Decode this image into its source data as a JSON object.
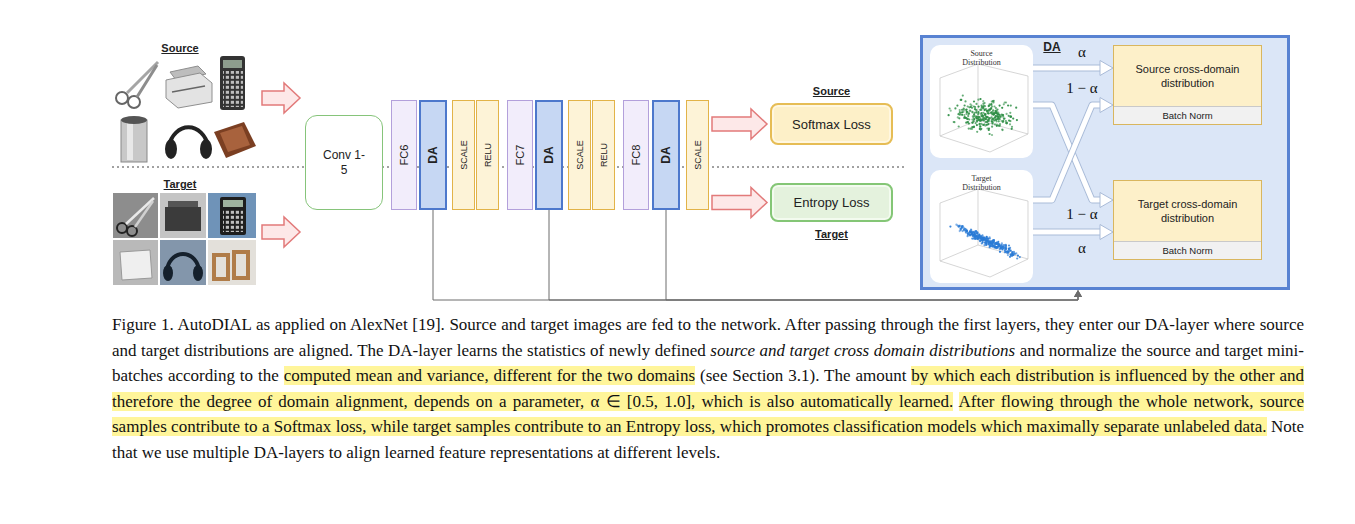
{
  "diagram": {
    "caption": "Figure 1. AutoDIAL as applied on AlexNet [19]. Source and target images are fed to the network. After passing through the first layers, they enter our DA-layer where source and target distributions are aligned. The DA-layer learns the statistics of newly defined source and target cross domain distributions and normalize the source and target mini-batches according to the computed mean and variance, different for the two domains (see Section 3.1). The amount by which each distribution is influenced by the other and therefore the degree of domain alignment, depends on a parameter, α ∈ [0.5, 1.0], which is also automatically learned. After flowing through the whole network, source samples contribute to a Softmax loss, while target samples contribute to an Entropy loss, which promotes classification models which maximally separate unlabeled data. Note that we use multiple DA-layers to align learned feature representations at different levels.",
    "nodes": [
      {
        "text": [
          "Conv 1-5"
        ]
      },
      {
        "text": [
          "FC6"
        ]
      },
      {
        "text": [
          "DA"
        ]
      },
      {
        "text": [
          "SCALE"
        ]
      },
      {
        "text": [
          "RELU"
        ]
      },
      {
        "text": [
          "FC7"
        ]
      },
      {
        "text": [
          "DA"
        ]
      },
      {
        "text": [
          "SCALE"
        ]
      },
      {
        "text": [
          "RELU"
        ]
      },
      {
        "text": [
          "FC8"
        ]
      },
      {
        "text": [
          "DA"
        ]
      },
      {
        "text": [
          "SCALE"
        ]
      },
      {
        "text": [
          "Source",
          "Softmax Loss"
        ]
      },
      {
        "text": [
          "Entropy Loss",
          "Target"
        ]
      },
      {
        "text": [
          "DA"
        ]
      },
      {
        "text": [
          "Source Distribution"
        ],
        "in": 14
      },
      {
        "text": [
          "Target Distribution"
        ],
        "in": 14
      },
      {
        "text": [
          "Source cross-domain distribution"
        ],
        "in": 14
      },
      {
        "text": [
          "Batch Norm"
        ],
        "in": 17
      },
      {
        "text": [
          "Target cross-domain distribution"
        ],
        "in": 14
      },
      {
        "text": [
          "Batch Norm"
        ],
        "in": 19
      }
    ],
    "edges": [
      {
        "from": 11,
        "to": 12,
        "arrow": "to"
      },
      {
        "from": 11,
        "to": 13,
        "arrow": "to"
      },
      {
        "from": 2,
        "to": 14,
        "arrow": "to"
      },
      {
        "from": 6,
        "to": 14,
        "arrow": "to"
      },
      {
        "from": 10,
        "to": 14,
        "arrow": "to"
      },
      {
        "from": 15,
        "to": 17,
        "label": "α",
        "arrow": "to"
      },
      {
        "from": 15,
        "to": 19,
        "label": "1 − α",
        "arrow": "to"
      },
      {
        "from": 16,
        "to": 17,
        "label": "1 − α",
        "arrow": "to"
      },
      {
        "from": 16,
        "to": 19,
        "label": "α",
        "arrow": "to"
      }
    ],
    "labels": [
      "Source",
      "Target"
    ]
  }
}
